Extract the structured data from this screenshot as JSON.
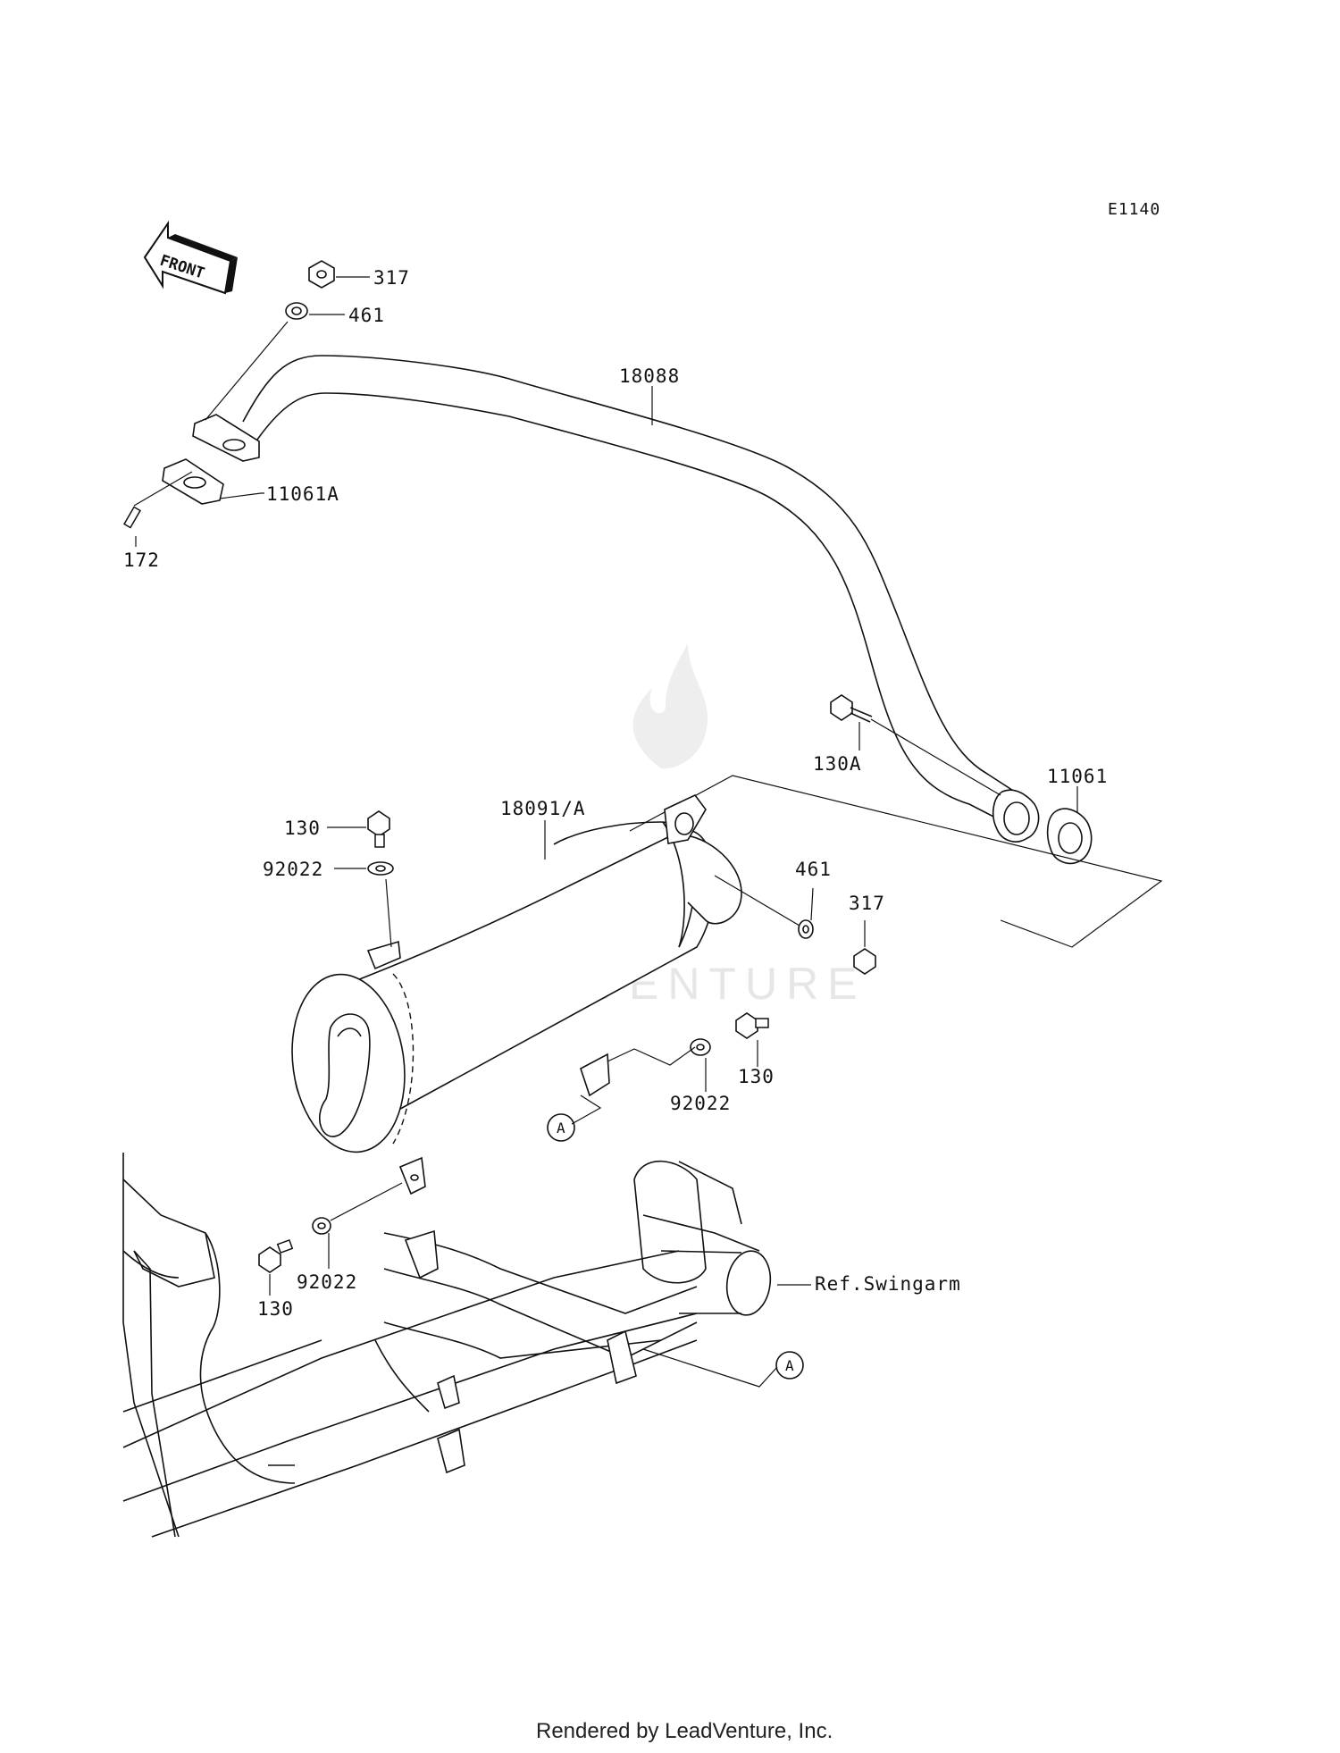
{
  "diagram_code": "E1140",
  "front_label": "FRONT",
  "parts": {
    "p317_top": "317",
    "p461_top": "461",
    "p18088": "18088",
    "p11061A": "11061A",
    "p172": "172",
    "p130A": "130A",
    "p11061": "11061",
    "p18091A": "18091/A",
    "p130_top": "130",
    "p92022_top": "92022",
    "p461_mid": "461",
    "p317_mid": "317",
    "p130_right": "130",
    "p92022_right": "92022",
    "p92022_bottom": "92022",
    "p130_bottom": "130",
    "ref_swingarm": "Ref.Swingarm"
  },
  "callouts": {
    "a1": "A",
    "a2": "A"
  },
  "watermark": "LEADVENTURE",
  "footer": "Rendered by LeadVenture, Inc."
}
